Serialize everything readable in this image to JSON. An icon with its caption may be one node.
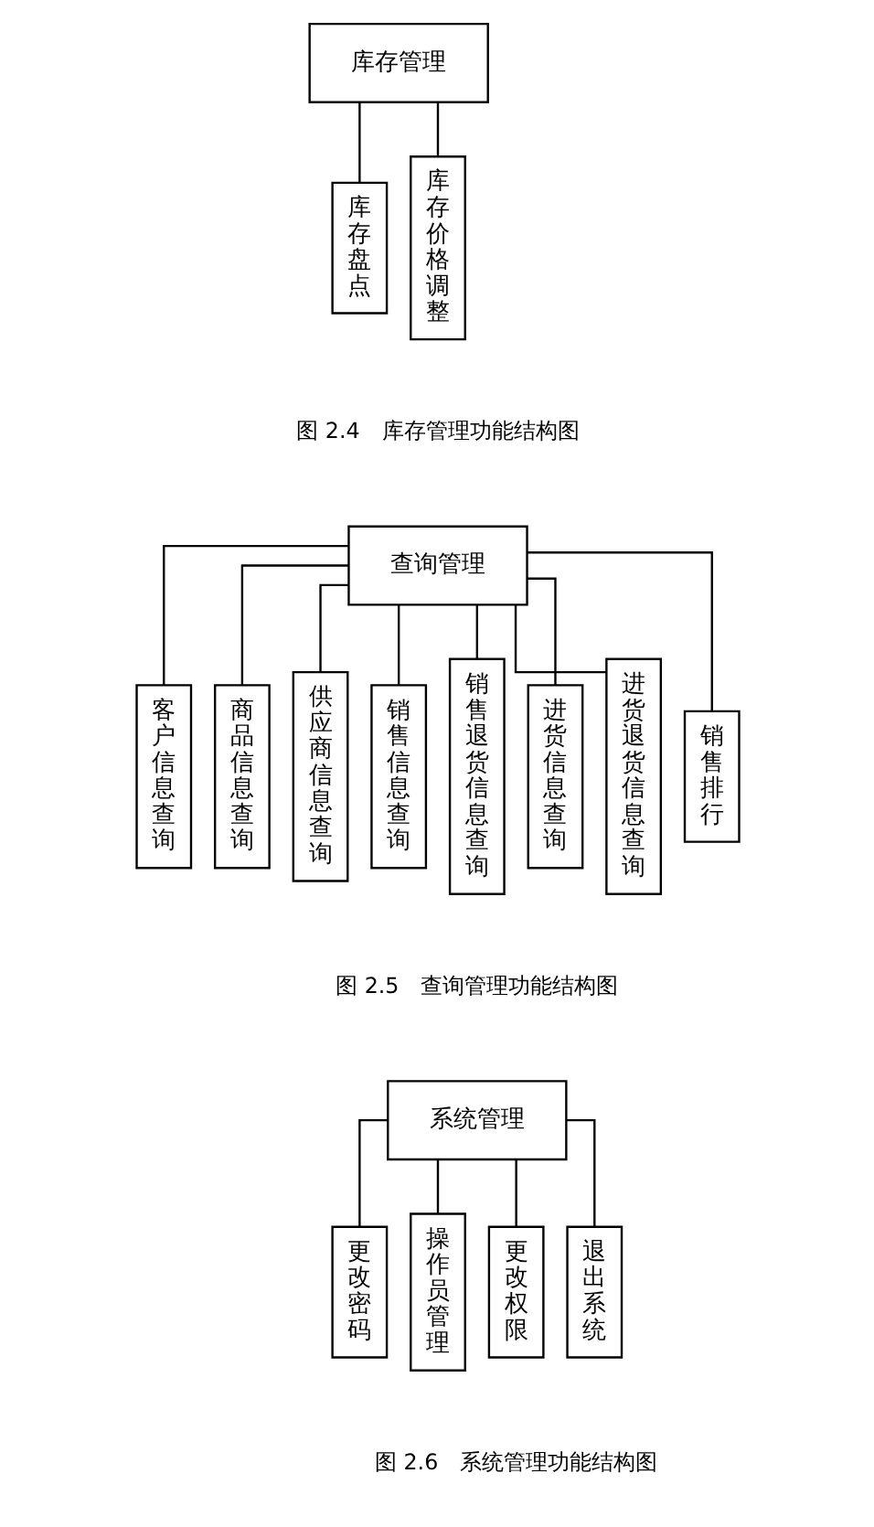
{
  "diagram": {
    "nodes": [
      {
        "text": [
          "库存管理"
        ]
      },
      {
        "text": [
          "库存盘点"
        ]
      },
      {
        "text": [
          "库存价格调整"
        ]
      },
      {
        "text": [
          "查询管理"
        ]
      },
      {
        "text": [
          "客户信息查询"
        ]
      },
      {
        "text": [
          "商品信息查询"
        ]
      },
      {
        "text": [
          "供应商信息查询"
        ]
      },
      {
        "text": [
          "销售信息查询"
        ]
      },
      {
        "text": [
          "销售退货信息查询"
        ]
      },
      {
        "text": [
          "进货信息查询"
        ]
      },
      {
        "text": [
          "进货退货信息查询"
        ]
      },
      {
        "text": [
          "销售排行"
        ]
      },
      {
        "text": [
          "系统管理"
        ]
      },
      {
        "text": [
          "更改密码"
        ]
      },
      {
        "text": [
          "操作员管理"
        ]
      },
      {
        "text": [
          "更改权限"
        ]
      },
      {
        "text": [
          "退出系统"
        ]
      }
    ],
    "edges": [
      {
        "from": 0,
        "to": 1,
        "arrow": "none"
      },
      {
        "from": 0,
        "to": 2,
        "arrow": "none"
      },
      {
        "from": 3,
        "to": 4,
        "arrow": "none"
      },
      {
        "from": 3,
        "to": 5,
        "arrow": "none"
      },
      {
        "from": 3,
        "to": 6,
        "arrow": "none"
      },
      {
        "from": 3,
        "to": 7,
        "arrow": "none"
      },
      {
        "from": 3,
        "to": 8,
        "arrow": "none"
      },
      {
        "from": 3,
        "to": 9,
        "arrow": "none"
      },
      {
        "from": 3,
        "to": 10,
        "arrow": "none"
      },
      {
        "from": 3,
        "to": 11,
        "arrow": "none"
      },
      {
        "from": 12,
        "to": 13,
        "arrow": "none"
      },
      {
        "from": 12,
        "to": 14,
        "arrow": "none"
      },
      {
        "from": 12,
        "to": 15,
        "arrow": "none"
      },
      {
        "from": 12,
        "to": 16,
        "arrow": "none"
      }
    ],
    "labels": [
      "图 2.4　库存管理功能结构图",
      "图 2.5　查询管理功能结构图",
      "图 2.6　系统管理功能结构图"
    ]
  }
}
